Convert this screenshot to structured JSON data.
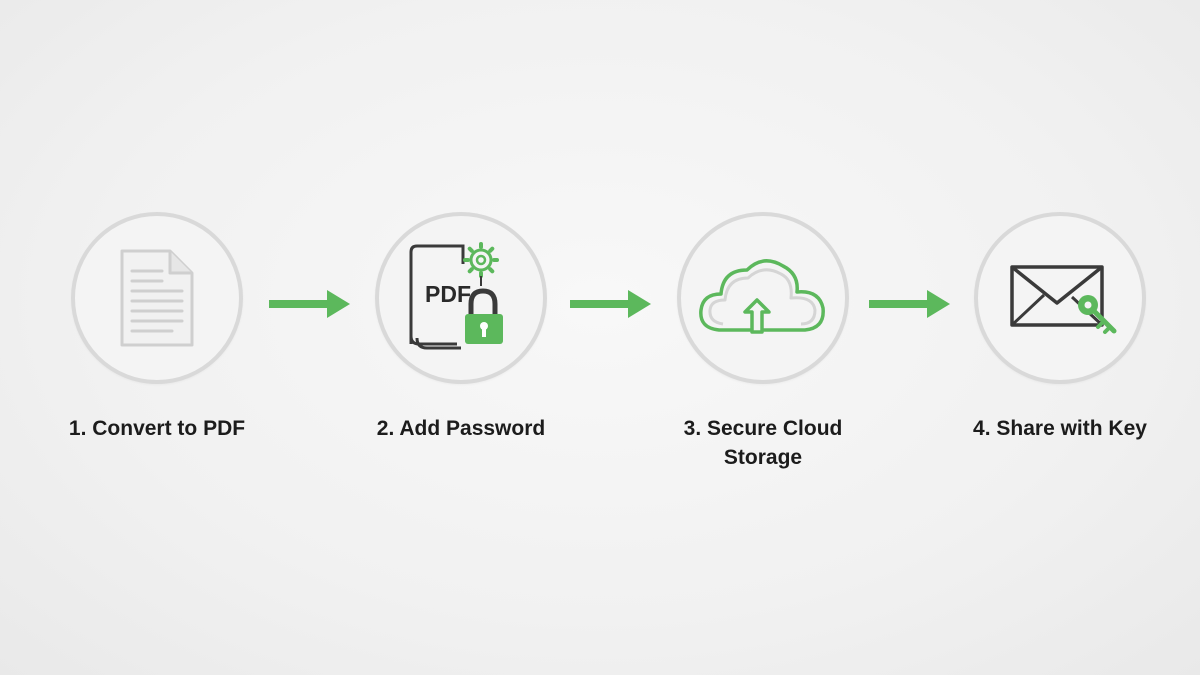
{
  "colors": {
    "accent": "#5cb85c",
    "circle_border": "#d9d9d9",
    "icon_dark": "#3a3a3a",
    "icon_grey": "#cfcfcf",
    "label": "#1c1c1c"
  },
  "steps": [
    {
      "label": "1. Convert to PDF",
      "icon": "document-icon"
    },
    {
      "label": "2. Add Password",
      "icon": "pdf-lock-icon",
      "icon_text": "PDF"
    },
    {
      "label": "3. Secure Cloud Storage",
      "icon": "cloud-upload-icon"
    },
    {
      "label": "4. Share with Key",
      "icon": "envelope-key-icon"
    }
  ]
}
